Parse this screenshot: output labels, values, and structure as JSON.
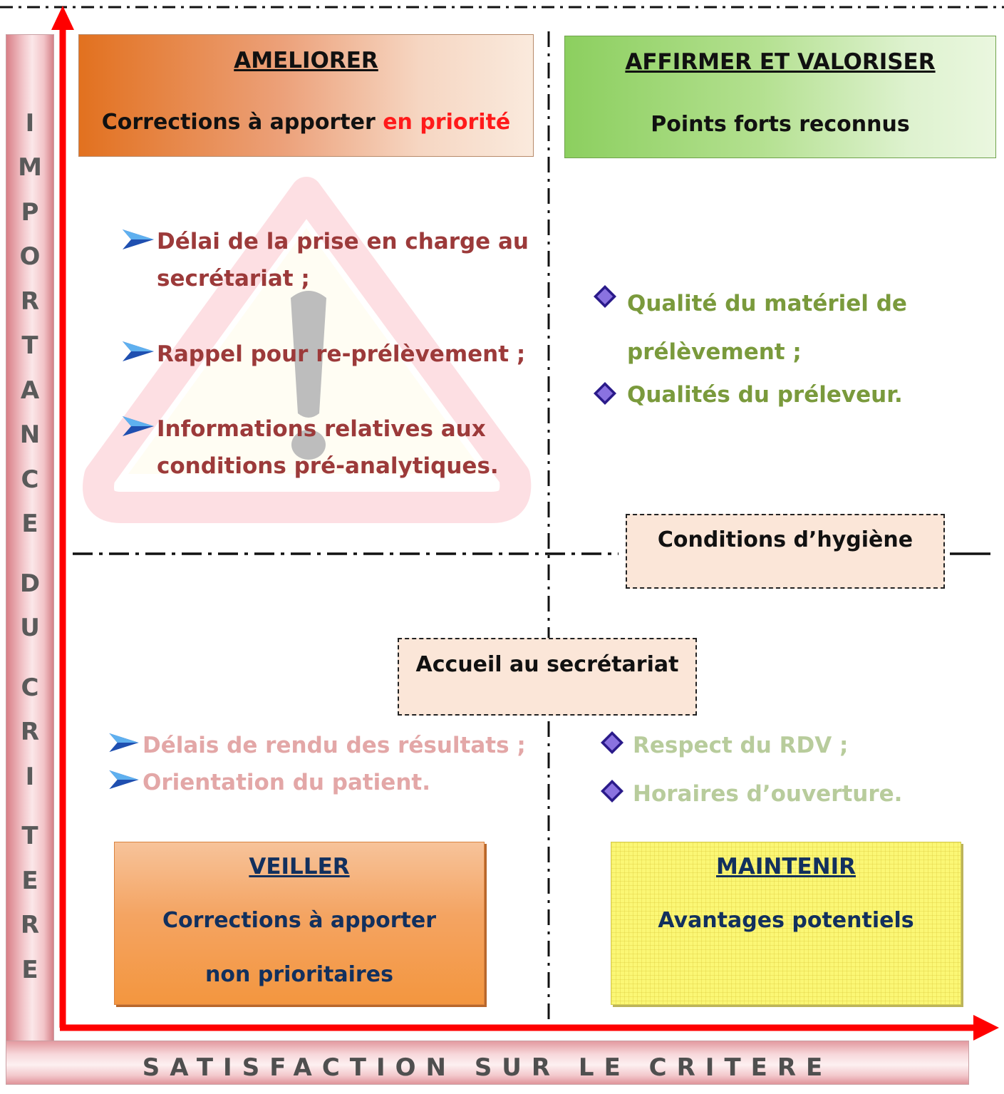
{
  "y_axis": {
    "label_letters": [
      "I",
      "M",
      "P",
      "O",
      "R",
      "T",
      "A",
      "N",
      "C",
      "E",
      "D",
      "U",
      "C",
      "R",
      "I",
      "T",
      "E",
      "R",
      "E"
    ]
  },
  "x_axis": {
    "label": "SATISFACTION SUR LE CRITERE"
  },
  "quadrants": {
    "top_left": {
      "title": "AMELIORER",
      "subtitle_main": "Corrections à apporter ",
      "subtitle_highlight": "en priorité",
      "highlight_color": "#ff1a1a",
      "items": [
        [
          "Délai de la prise en charge au",
          "secrétariat ;"
        ],
        [
          "Rappel pour  re-prélèvement ;"
        ],
        [
          "Informations relatives aux",
          "conditions pré-analytiques."
        ]
      ],
      "bullet_icon": "arrow-bullet-icon",
      "background_icon": "warning-triangle-icon"
    },
    "top_right": {
      "title": "AFFIRMER  ET  VALORISER",
      "subtitle": "Points forts reconnus",
      "items": [
        [
          "Qualité du matériel de",
          "prélèvement ;"
        ],
        [
          "Qualités du préleveur."
        ]
      ],
      "bullet_icon": "diamond-bullet-icon"
    },
    "bottom_left": {
      "title": "VEILLER",
      "subtitle_line1": "Corrections à apporter",
      "subtitle_line2": "non prioritaires",
      "items": [
        "Délais de rendu des résultats ;",
        "Orientation du patient."
      ],
      "bullet_icon": "arrow-bullet-icon"
    },
    "bottom_right": {
      "title": "MAINTENIR",
      "subtitle": "Avantages potentiels",
      "items": [
        "Respect du  RDV ;",
        "Horaires d’ouverture."
      ],
      "bullet_icon": "diamond-bullet-icon"
    }
  },
  "boundary_items": {
    "hygiene": "Conditions  d’hygiène",
    "accueil": "Accueil au secrétariat"
  },
  "colors": {
    "axis_arrow": "#ff0000",
    "top_left_items": "#9c3a3a",
    "top_right_items": "#7a9a3c",
    "bottom_left_items": "#e3a7a7",
    "bottom_right_items": "#b8cc9c"
  }
}
